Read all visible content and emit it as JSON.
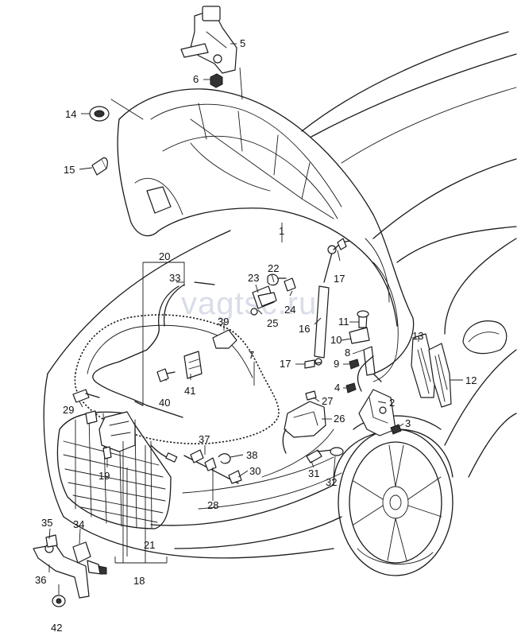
{
  "watermark": "vagtsc.ru",
  "callouts": [
    {
      "id": "1",
      "text": "1"
    },
    {
      "id": "2",
      "text": "2"
    },
    {
      "id": "3",
      "text": "3"
    },
    {
      "id": "4",
      "text": "4"
    },
    {
      "id": "5",
      "text": "5"
    },
    {
      "id": "6",
      "text": "6"
    },
    {
      "id": "7",
      "text": "7"
    },
    {
      "id": "8",
      "text": "8"
    },
    {
      "id": "9",
      "text": "9"
    },
    {
      "id": "10",
      "text": "10"
    },
    {
      "id": "11",
      "text": "11"
    },
    {
      "id": "12",
      "text": "12"
    },
    {
      "id": "13",
      "text": "13"
    },
    {
      "id": "14",
      "text": "14"
    },
    {
      "id": "15",
      "text": "15"
    },
    {
      "id": "16",
      "text": "16"
    },
    {
      "id": "17a",
      "text": "17"
    },
    {
      "id": "17b",
      "text": "17"
    },
    {
      "id": "18",
      "text": "18"
    },
    {
      "id": "19",
      "text": "19"
    },
    {
      "id": "20",
      "text": "20"
    },
    {
      "id": "21",
      "text": "21"
    },
    {
      "id": "22",
      "text": "22"
    },
    {
      "id": "23",
      "text": "23"
    },
    {
      "id": "24",
      "text": "24"
    },
    {
      "id": "25",
      "text": "25"
    },
    {
      "id": "26",
      "text": "26"
    },
    {
      "id": "27",
      "text": "27"
    },
    {
      "id": "28",
      "text": "28"
    },
    {
      "id": "29",
      "text": "29"
    },
    {
      "id": "30",
      "text": "30"
    },
    {
      "id": "31",
      "text": "31"
    },
    {
      "id": "32",
      "text": "32"
    },
    {
      "id": "33",
      "text": "33"
    },
    {
      "id": "34",
      "text": "34"
    },
    {
      "id": "35",
      "text": "35"
    },
    {
      "id": "36",
      "text": "36"
    },
    {
      "id": "37",
      "text": "37"
    },
    {
      "id": "38",
      "text": "38"
    },
    {
      "id": "39",
      "text": "39"
    },
    {
      "id": "40",
      "text": "40"
    },
    {
      "id": "41",
      "text": "41"
    },
    {
      "id": "42",
      "text": "42"
    }
  ]
}
